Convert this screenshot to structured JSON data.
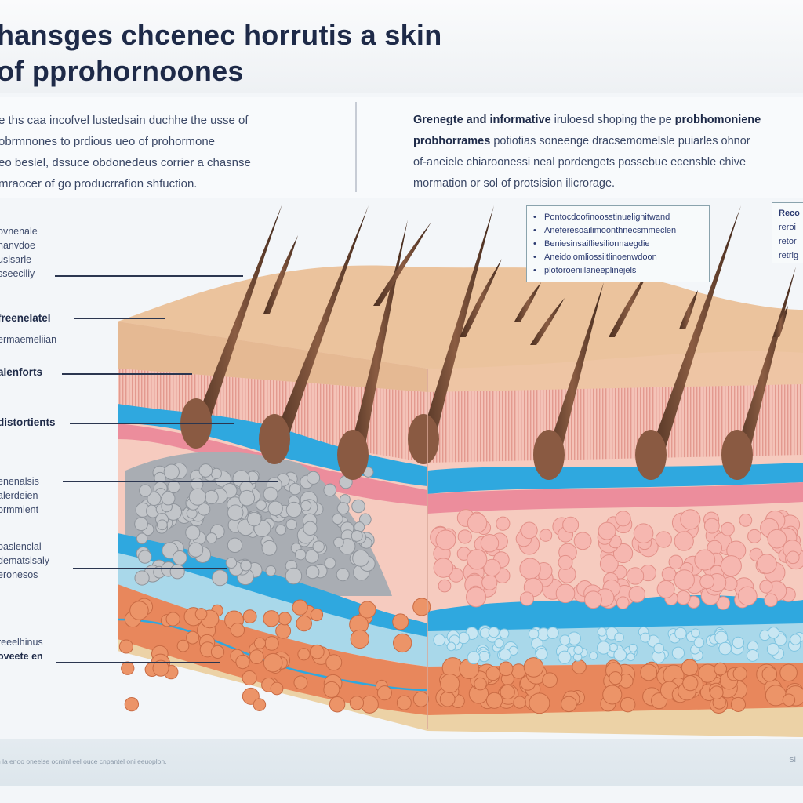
{
  "title": [
    "hansges chcenec horrutis a skin",
    "of pprohornoones"
  ],
  "intro_left": [
    "e ths caa incofvel lustedsain duchhe the usse of",
    "obrmnones to prdious ueo of prohormone",
    "eo beslel,  dssuce obdonedeus corrier a chasnse",
    "mraocer of go producrrafion shfuction."
  ],
  "intro_right": {
    "bold_lead": "Grenegte and informative",
    "line1_rest": " iruloesd shoping the pe ",
    "line1_bold": "probhomoniene",
    "line2_bold": "probhorrames",
    "line2_rest": " potiotias soneenge dracsemomelsle puiarles ohnor",
    "line3": "of-aneiele chiaroonessi neal pordengets possebue ecensble chive",
    "line4": "mormation or sol of protsision ilicrorage."
  },
  "bullet_box": [
    "Pontocdoofinoosstinuelignitwand",
    "Aneferesoailimoonthnecsmmeclen",
    "Beniesinsaifliesilionnaegdie",
    "Aneidoiomliossiitlinoenwdoon",
    "plotoroeniilaneeplinejels"
  ],
  "right_box": [
    "Reco",
    "reroi",
    "retor",
    "retrig"
  ],
  "left_labels": [
    {
      "lines": [
        "ovnenale",
        "nanvdoe",
        "uslsarle",
        "sseeciliy"
      ],
      "bold": false
    },
    {
      "lines": [
        "freenelatel"
      ],
      "bold": true
    },
    {
      "lines": [
        "ermaemeliian"
      ],
      "bold": false
    },
    {
      "lines": [
        "alenforts"
      ],
      "bold": true
    },
    {
      "lines": [
        "distortients"
      ],
      "bold": true
    },
    {
      "lines": [
        "enenalsis",
        "alerdeien",
        "ormmient"
      ],
      "bold": false
    },
    {
      "lines": [
        "oaslenclal",
        "dematslsaly",
        "eronesos"
      ],
      "bold": false
    },
    {
      "lines": [
        "reeelhinus",
        "oveete en"
      ],
      "bold": false
    }
  ],
  "footer": {
    "left": "n la enoo oneelse ocniml eel ouce cnpantel oni eeuoplon.",
    "right": "Sl"
  },
  "colors": {
    "epidermis": "#e8c39f",
    "dermis": "#f1b5ad",
    "blue": "#2fa8df",
    "fat": "#e8875c",
    "grey_cells": "#a9adb3",
    "hair": "#6b4632"
  }
}
